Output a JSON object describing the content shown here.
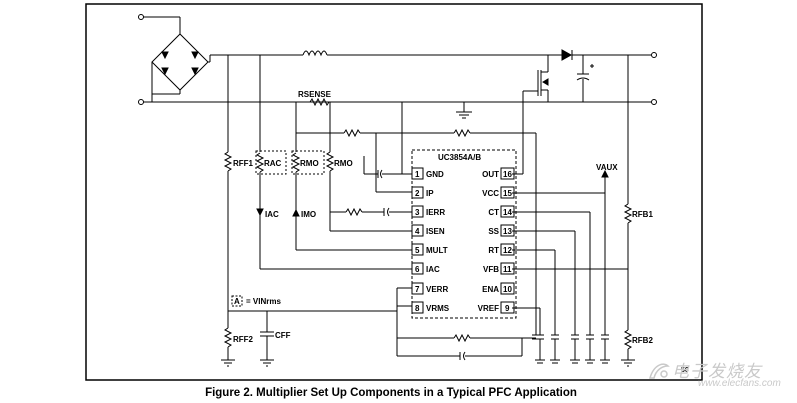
{
  "ic": {
    "part_number": "UC3854A/B",
    "left_pins": [
      {
        "num": "1",
        "name": "GND"
      },
      {
        "num": "2",
        "name": "IP"
      },
      {
        "num": "3",
        "name": "IERR"
      },
      {
        "num": "4",
        "name": "ISEN"
      },
      {
        "num": "5",
        "name": "MULT"
      },
      {
        "num": "6",
        "name": "IAC"
      },
      {
        "num": "7",
        "name": "VERR"
      },
      {
        "num": "8",
        "name": "VRMS"
      }
    ],
    "right_pins": [
      {
        "num": "16",
        "name": "OUT"
      },
      {
        "num": "15",
        "name": "VCC"
      },
      {
        "num": "14",
        "name": "CT"
      },
      {
        "num": "13",
        "name": "SS"
      },
      {
        "num": "12",
        "name": "RT"
      },
      {
        "num": "11",
        "name": "VFB"
      },
      {
        "num": "10",
        "name": "ENA"
      },
      {
        "num": "9",
        "name": "VREF"
      }
    ]
  },
  "components": {
    "rsense": "RSENSE",
    "rff1": "RFF1",
    "rff2": "RFF2",
    "cff": "CFF",
    "rac": "RAC",
    "rmo_dashed": "RMO",
    "rmo": "RMO",
    "rfb1": "RFB1",
    "rfb2": "RFB2",
    "vaux": "VAUX"
  },
  "annotations": {
    "iac": "IAC",
    "imo": "IMO",
    "node_a_letter": "A",
    "node_a_text": "= VINrms"
  },
  "page_number": "50",
  "caption": "Figure 2. Multiplier Set Up Components in a Typical PFC Application",
  "watermark": {
    "cn": "电子发烧友",
    "en": "www.elecfans.com"
  }
}
